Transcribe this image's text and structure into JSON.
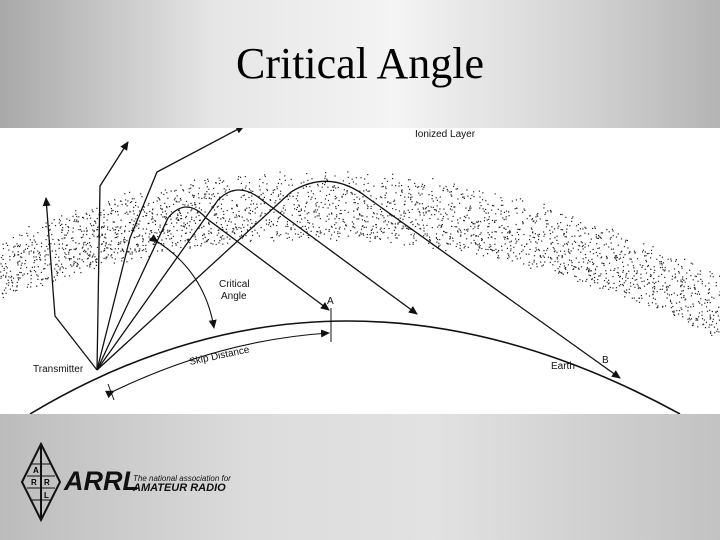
{
  "slide": {
    "title": "Critical Angle"
  },
  "diagram": {
    "labels": {
      "ionized_layer": "Ionized Layer",
      "critical_angle_line1": "Critical",
      "critical_angle_line2": "Angle",
      "point_a": "A",
      "point_b": "B",
      "skip_distance": "Skip Distance",
      "transmitter": "Transmitter",
      "earth": "Earth"
    }
  },
  "footer": {
    "logo_letters": [
      "A",
      "R",
      "R",
      "L"
    ],
    "organization": "ARRL",
    "tagline": "The national association for",
    "tagline_emphasis": "AMATEUR RADIO"
  },
  "colors": {
    "ink": "#111111",
    "panel": "#ffffff",
    "band_light": "#f4f4f4",
    "band_dark": "#a8a8a8"
  }
}
